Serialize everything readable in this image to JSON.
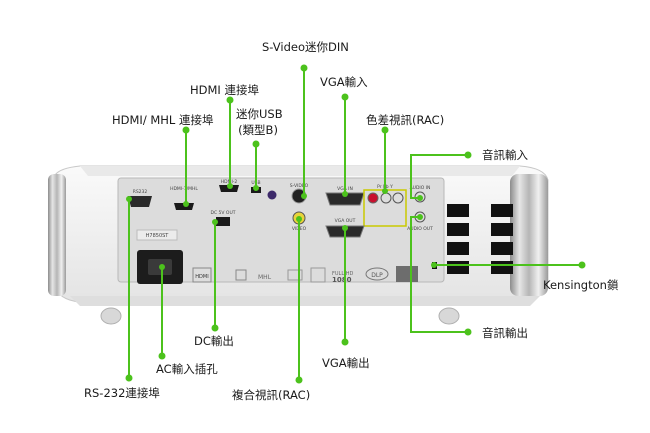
{
  "labels": {
    "svideo": "S-Video迷你DIN",
    "hdmi": "HDMI 連接埠",
    "vga_in": "VGA輸入",
    "mini_usb_line1": "迷你USB",
    "mini_usb_line2": "(類型B)",
    "hdmi_mhl": "HDMI/ MHL 連接埠",
    "component": "色差視訊(RAC)",
    "audio_in": "音訊輸入",
    "kensington": "Kensington鎖",
    "dc_out": "DC輸出",
    "audio_out": "音訊輸出",
    "ac_in": "AC輸入插孔",
    "vga_out": "VGA輸出",
    "rs232": "RS-232連接埠",
    "composite": "複合視訊(RAC)"
  },
  "panel_text": {
    "rs232": "RS232",
    "hdmi_mhl": "HDMI-1/MHL",
    "hdmi2": "HDMI-2",
    "usb": "USB",
    "svideo": "S-VIDEO",
    "vga_in": "VGA IN",
    "component": "Pr Pb Y",
    "audio_in": "AUDIO IN",
    "dc_out": "DC 5V OUT",
    "video": "VIDEO",
    "vga_out": "VGA OUT",
    "audio_out": "AUDIO OUT",
    "model": "H7850ST",
    "logo_hdmi": "HDMI",
    "logo_mhl": "MHL",
    "logo_fullhd": "FULL HD",
    "logo_1080": "1080",
    "logo_dlp": "DLP"
  },
  "colors": {
    "leader": "#4cc21c",
    "label_text": "#1a1a1a",
    "projector_body": "#f2f2f2",
    "panel": "#dcdcdc"
  }
}
